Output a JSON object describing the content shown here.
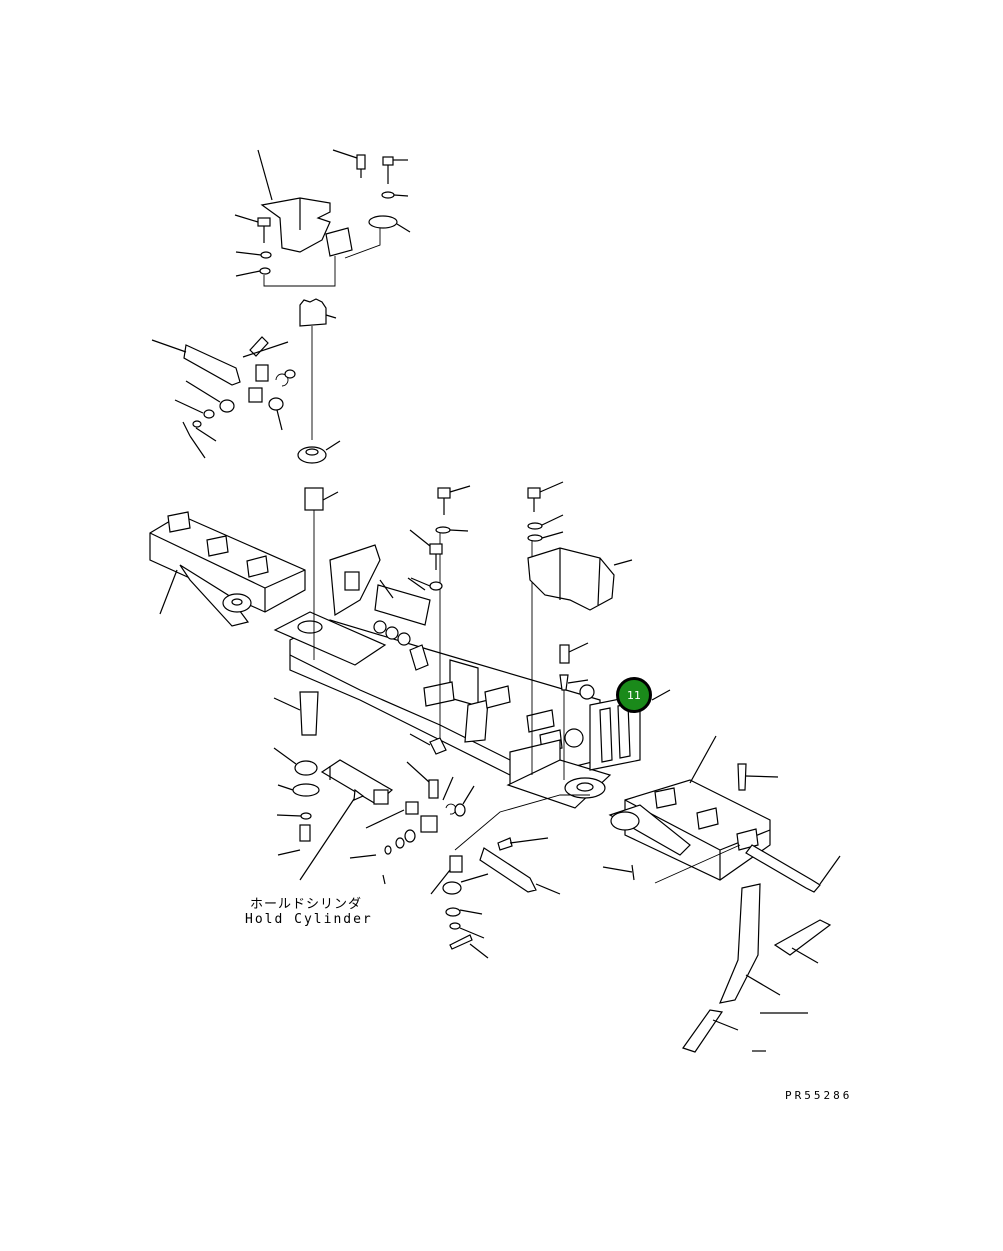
{
  "diagram": {
    "caption_jp": "ホールドシリンダ",
    "caption_en": "Hold Cylinder",
    "drawing_number": "PR55286",
    "callouts": [
      {
        "label": "11",
        "color": "#1a8a1a"
      }
    ]
  }
}
